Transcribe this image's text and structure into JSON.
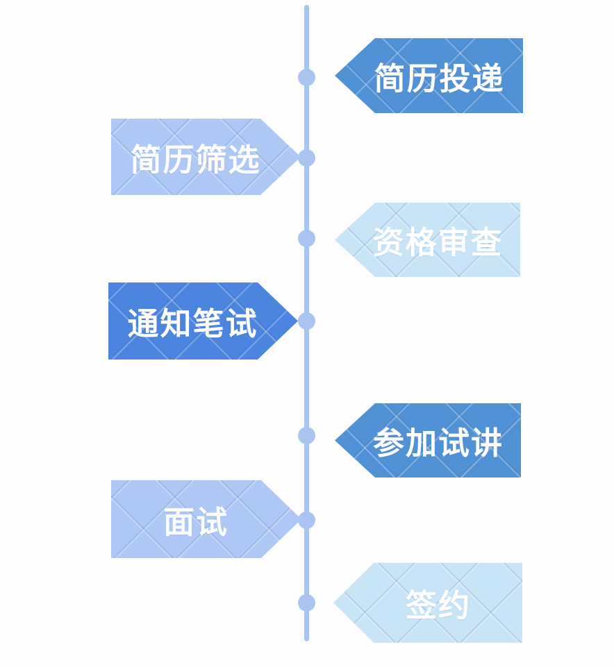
{
  "timeline": {
    "description": "vertical process timeline",
    "line_color": "#a8c4ef",
    "node_color": "#a9c4f0",
    "text_color": "#ffffff",
    "steps": [
      {
        "label": "简历投递",
        "side": "right",
        "fill": "#5191d5"
      },
      {
        "label": "简历筛选",
        "side": "left",
        "fill": "#aec9f5"
      },
      {
        "label": "资格审查",
        "side": "right",
        "fill": "#c8e5f8"
      },
      {
        "label": "通知笔试",
        "side": "left",
        "fill": "#4c85e0"
      },
      {
        "label": "参加试讲",
        "side": "right",
        "fill": "#5191d5"
      },
      {
        "label": "面试",
        "side": "left",
        "fill": "#aec9f5"
      },
      {
        "label": "签约",
        "side": "right",
        "fill": "#c8e5f8"
      }
    ]
  }
}
